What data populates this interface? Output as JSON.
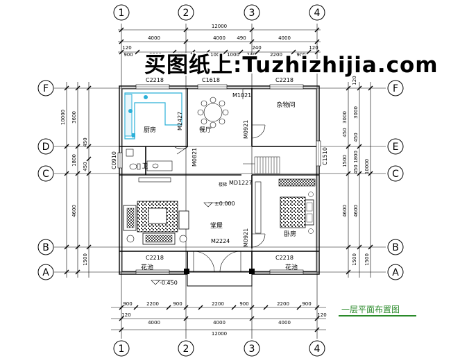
{
  "axes_vertical": [
    "1",
    "2",
    "3",
    "4"
  ],
  "axes_horizontal": [
    "F",
    "D",
    "C",
    "B",
    "A"
  ],
  "axes_horizontal_right": [
    "F",
    "E",
    "C",
    "B",
    "A"
  ],
  "dims": {
    "top_total": "12000",
    "top_bays": [
      "4000",
      "4000",
      "4000"
    ],
    "top_pieces": [
      "120",
      "900",
      "2200",
      "900",
      "1000",
      "1000",
      "240",
      "2200",
      "900",
      "120"
    ],
    "top_extra": [
      "490",
      "240"
    ],
    "bottom_pieces": [
      "900",
      "2200",
      "900",
      "2200",
      "900",
      "2200",
      "900"
    ],
    "bottom_small": [
      "120",
      "120"
    ],
    "bottom_bays": [
      "4000",
      "4000",
      "4000"
    ],
    "bottom_total": "12000",
    "left_inner": [
      "3600",
      "1800",
      "450",
      "450",
      "4600",
      "1500"
    ],
    "left_total": "10000",
    "right_inner": [
      "3000",
      "450",
      "1500",
      "4600",
      "1500",
      "120"
    ],
    "right_pieces": [
      "3000",
      "4600",
      "1500",
      "1800",
      "450",
      "450"
    ],
    "right_total": "10000"
  },
  "rooms": {
    "kitchen": "厨房",
    "dining": "餐厅",
    "storage": "杂物间",
    "wc": "卫",
    "hall": "堂屋",
    "bedroom": "卧房",
    "planter_left": "花池",
    "planter_right": "花池"
  },
  "openings": {
    "c2218_tl": "C2218",
    "c1618": "C1618",
    "c2218_tr": "C2218",
    "m1021": "M1021",
    "m2427": "M2427",
    "m0921_a": "M0921",
    "m0821": "M0821",
    "c0910": "C0910",
    "c1510": "C1510",
    "md1227": "MD1227",
    "m2224": "M2224",
    "m0921_b": "M0921",
    "c2218_bl": "C2218",
    "c2218_br": "C2218"
  },
  "levels": {
    "floor": "±0.000",
    "outside": "-0.450"
  },
  "stair_label": "楼梯",
  "watermark": "买图纸上:Tuzhizhijia.com",
  "title": "一层平面布置图"
}
